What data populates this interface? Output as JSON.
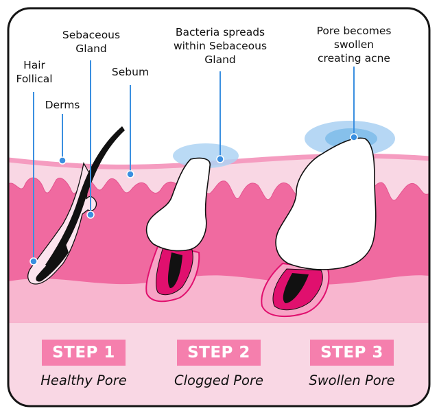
{
  "labels": {
    "hair_follicle": [
      "Hair",
      "Follical"
    ],
    "sebaceous_gland": [
      "Sebaceous",
      "Gland"
    ],
    "sebum": "Sebum",
    "derms": "Derms",
    "bacteria": [
      "Bacteria spreads",
      "within Sebaceous",
      "Gland"
    ],
    "swollen": [
      "Pore becomes",
      "swollen",
      "creating acne"
    ]
  },
  "steps": [
    {
      "badge": "STEP 1",
      "caption": "Healthy Pore"
    },
    {
      "badge": "STEP 2",
      "caption": "Clogged Pore"
    },
    {
      "badge": "STEP 3",
      "caption": "Swollen Pore"
    }
  ],
  "colors": {
    "border": "#151515",
    "epidermis": "#f9d7e4",
    "skin_top_line": "#f59cc0",
    "dermis": "#f06aa0",
    "subcutis": "#f8b6cf",
    "badge": "#f57fad",
    "pointer": "#3a8fe0",
    "halo": "#aed3f3",
    "follicle_dark": "#e0106e",
    "hair": "#111111"
  }
}
